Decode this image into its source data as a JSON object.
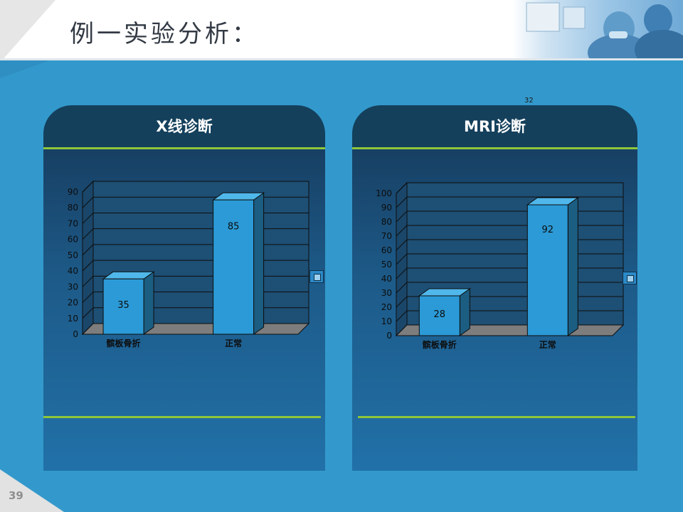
{
  "slide": {
    "title": "例一实验分析：",
    "page_number": "39"
  },
  "floating_labels": [
    "32"
  ],
  "panels": [
    {
      "title": "X线诊断"
    },
    {
      "title": "MRI诊断"
    }
  ],
  "colors": {
    "bar_front": "#2b9ad6",
    "bar_side": "#1c5d82",
    "bar_top": "#4fb7ea",
    "plot_bg": "#1e4f74",
    "header": "#14405c",
    "accent_line": "#8fc63a",
    "slide_blue": "#3399cc"
  },
  "chart_data": [
    {
      "type": "bar",
      "title": "X线诊断",
      "categories": [
        "髌板骨折",
        "正常"
      ],
      "values": [
        35,
        85
      ],
      "xlabel": "",
      "ylabel": "",
      "ylim": [
        0,
        90
      ],
      "yticks": [
        0,
        10,
        20,
        30,
        40,
        50,
        60,
        70,
        80,
        90
      ],
      "grid": true,
      "three_d": true,
      "legend": "right"
    },
    {
      "type": "bar",
      "title": "MRI诊断",
      "categories": [
        "髌板骨折",
        "正常"
      ],
      "values": [
        28,
        92
      ],
      "xlabel": "",
      "ylabel": "",
      "ylim": [
        0,
        100
      ],
      "yticks": [
        0,
        10,
        20,
        30,
        40,
        50,
        60,
        70,
        80,
        90,
        100
      ],
      "grid": true,
      "three_d": true,
      "legend": "right"
    }
  ]
}
